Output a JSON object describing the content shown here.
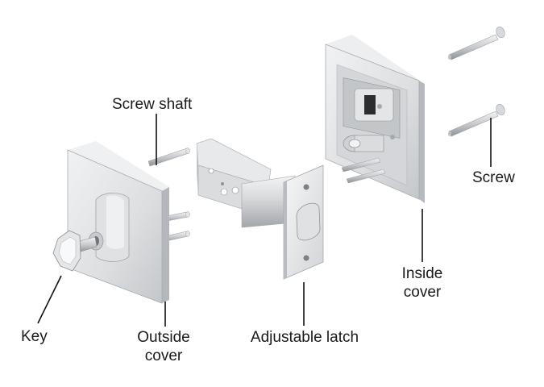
{
  "labels": {
    "screw_shaft": "Screw shaft",
    "screw": "Screw",
    "inside_cover": [
      "Inside",
      "cover"
    ],
    "key": "Key",
    "outside_cover": [
      "Outside",
      "cover"
    ],
    "adjustable_latch": "Adjustable latch"
  },
  "colors": {
    "metal_light": "#e6e7e9",
    "metal_mid": "#c9cbce",
    "metal_dark": "#9a9da2",
    "leader_line": "#111111",
    "text": "#1a1a1a"
  }
}
